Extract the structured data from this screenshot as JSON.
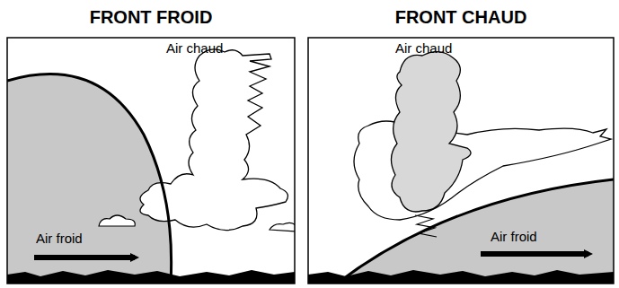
{
  "diagram": {
    "labels": [
      "FRONT FROID",
      "FRONT CHAUD",
      "Air chaud",
      "Air froid",
      "Air chaud",
      "Air froid"
    ]
  }
}
